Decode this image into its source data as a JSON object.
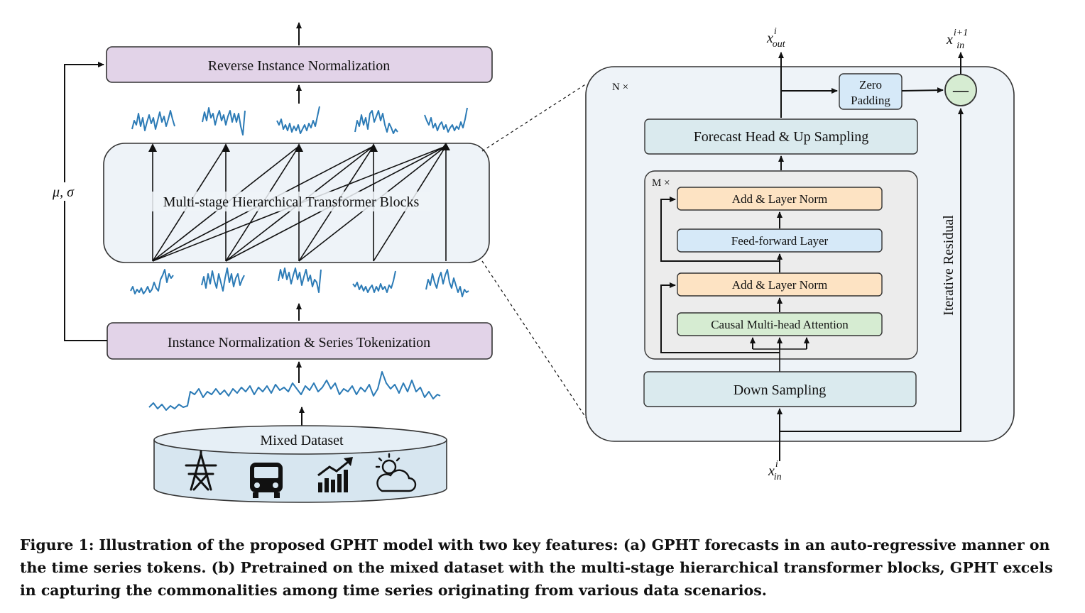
{
  "left": {
    "reverse_norm": "Reverse Instance Normalization",
    "blocks": "Multi-stage Hierarchical Transformer Blocks",
    "instance_norm": "Instance Normalization & Series Tokenization",
    "mu_sigma": "μ, σ",
    "dataset": "Mixed Dataset",
    "dataset_icons": [
      "power-tower-icon",
      "bus-icon",
      "growth-chart-icon",
      "sun-cloud-icon"
    ]
  },
  "right": {
    "n_times": "N ×",
    "m_times": "M ×",
    "zero_padding_1": "Zero",
    "zero_padding_2": "Padding",
    "forecast_head": "Forecast Head & Up Sampling",
    "add_norm_top": "Add & Layer Norm",
    "feed_forward": "Feed-forward Layer",
    "add_norm_bottom": "Add & Layer Norm",
    "attention": "Causal Multi-head Attention",
    "down_sampling": "Down Sampling",
    "iterative_residual": "Iterative Residual",
    "x_out_base": "x",
    "x_out_sup": "i",
    "x_out_sub": "out",
    "x_in_next_base": "x",
    "x_in_next_sup": "i+1",
    "x_in_next_sub": "in",
    "x_in_base": "x",
    "x_in_sup": "i",
    "x_in_sub": "in",
    "minus": "—"
  },
  "colors": {
    "purple": "#e2d3e8",
    "panel": "#eef3f8",
    "teal": "#daeaee",
    "orange": "#fde3c3",
    "blue": "#d6e9f8",
    "green": "#d6ecd2",
    "gray": "#ececec",
    "wave": "#2c7bb6"
  },
  "caption": "Figure 1: Illustration of the proposed GPHT model with two key features: (a) GPHT forecasts in an auto-regressive manner on the time series tokens. (b) Pretrained on the mixed dataset with the multi-stage hierarchical transformer blocks, GPHT excels in capturing the commonalities among time series originating from various data scenarios."
}
